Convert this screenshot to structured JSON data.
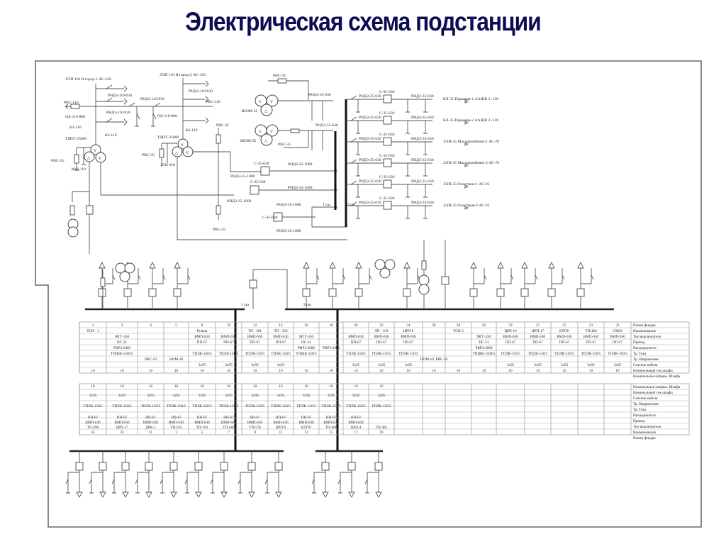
{
  "title": "Электрическая схема подстанции",
  "hv_section": {
    "line_1": "ЛЭП 110 Н.город-1 АС-150",
    "line_2": "ЛЭП 110 Н.город-2 АС-150",
    "labels": {
      "rvs110": "РВС-110",
      "rnd110": "РНДЗ-110/630",
      "od110": "ОД-110-800",
      "kz110": "КЗ-110",
      "tdnt": "ТДНТ-25000",
      "rvs35": "РВС-35",
      "zon110": "ЗОН-110",
      "znom35": "ЗНОМ-35",
      "rnd35_630": "РНДЗ-35-630",
      "rnd35_1000": "РНДЗ-35-1000",
      "c35_630": "С-35-630",
      "bus1": "1 сш",
      "bus2": "2 сш"
    }
  },
  "outgoing_35kv": [
    {
      "name": "КЛ-35 Парковая-1 ААШВ 3 -120"
    },
    {
      "name": "КЛ-35 Парковая-2 ААШВ 3 -120"
    },
    {
      "name": "ЛЭП-35 Маслокомбинат-1 АС-70"
    },
    {
      "name": "ЛЭП-35 Маслокомбинат-2 АС-70"
    },
    {
      "name": "ЛЭП-35 Очистные-1 АС-95"
    },
    {
      "name": "ЛЭП-35 Очистные-2 АС-95"
    }
  ],
  "mv_bus_labels": {
    "bus1": "1 сш",
    "bus2": "2 сш"
  },
  "table_top": {
    "row_labels": [
      "Номер фидера",
      "Наименование",
      "Тип выключателя",
      "Привод",
      "Разъединитель",
      "Тр. Тока",
      "Тр. Напряжения",
      "Сечение кабеля",
      "Номинальный ток шкафа",
      "Номинальное напряж. Шкафа"
    ],
    "columns": [
      {
        "num": "1",
        "name": "ТСН - 1",
        "breaker": "",
        "drive": "",
        "disc": "",
        "ct": "",
        "vt": "",
        "cable": "",
        "v": "10"
      },
      {
        "num": "2",
        "name": "",
        "breaker": "МГГ-350",
        "drive": "ПС-31",
        "disc": "РВРЗ-2000",
        "ct": "ТПШК-1500/5",
        "vt": "",
        "cable": "",
        "v": "10"
      },
      {
        "num": "4",
        "name": "",
        "breaker": "",
        "drive": "",
        "disc": "",
        "ct": "",
        "vt": "РВС-10",
        "cable": "",
        "v": "10"
      },
      {
        "num": "5",
        "name": "",
        "breaker": "",
        "drive": "",
        "disc": "",
        "ct": "",
        "vt": "НОМ-10",
        "cable": "",
        "v": "10"
      },
      {
        "num": "8",
        "name": "Резерв",
        "breaker": "ВМП-630",
        "drive": "ПП-67",
        "disc": "",
        "ct": "ТПЛК-150/5",
        "vt": "",
        "cable": "3х95",
        "v": "10"
      },
      {
        "num": "10",
        "name": "",
        "breaker": "ВМП-630",
        "drive": "ПП-67",
        "disc": "",
        "ct": "ТПЛК-150/5",
        "vt": "",
        "cable": "3х95",
        "v": "10"
      },
      {
        "num": "12",
        "name": "ТП - 261",
        "breaker": "ВМП-630",
        "drive": "ПП-67",
        "disc": "",
        "ct": "ТПЛК-150/5",
        "vt": "",
        "cable": "3х95",
        "v": "10"
      },
      {
        "num": "14",
        "name": "ТП - 350",
        "breaker": "ВМП-630",
        "drive": "ПП-67",
        "disc": "",
        "ct": "ТПЛК-150/5",
        "vt": "",
        "cable": "3х95",
        "v": "10"
      },
      {
        "num": "16",
        "name": "",
        "breaker": "МГГ-350",
        "drive": "ПС-31",
        "disc": "РВРЗ-2000",
        "ct": "ТПШК-150/5",
        "vt": "",
        "cable": "",
        "v": "10"
      },
      {
        "num": "18",
        "name": "",
        "breaker": "",
        "drive": "",
        "disc": "РВРЗ-2000",
        "ct": "",
        "vt": "",
        "cable": "",
        "v": "10"
      },
      {
        "num": "20",
        "name": "",
        "breaker": "ВМП-630",
        "drive": "ПП-67",
        "disc": "",
        "ct": "ТПЛК-150/5",
        "vt": "",
        "cable": "3х95",
        "v": "10"
      },
      {
        "num": "22",
        "name": "ТП - 101",
        "breaker": "ВМП-630",
        "drive": "ПП-67",
        "disc": "",
        "ct": "ТПЛК-150/5",
        "vt": "",
        "cable": "3х95",
        "v": "10"
      },
      {
        "num": "24",
        "name": "ЦРП-8",
        "breaker": "ВМП-630",
        "drive": "ПП-67",
        "disc": "",
        "ct": "ТПЛК-150/5",
        "vt": "",
        "cable": "3х95",
        "v": "10"
      },
      {
        "num": "26",
        "name": "",
        "breaker": "",
        "drive": "",
        "disc": "",
        "ct": "",
        "vt": "НОМ-10, РВС-10",
        "cable": "",
        "v": "10"
      },
      {
        "num": "28",
        "name": "ТСН-2",
        "breaker": "",
        "drive": "",
        "disc": "",
        "ct": "",
        "vt": "",
        "cable": "",
        "v": "10"
      },
      {
        "num": "30",
        "name": "",
        "breaker": "МГГ-350",
        "drive": "ПС-31",
        "disc": "РВРЗ-2000",
        "ct": "ТПШК-1500/5",
        "vt": "",
        "cable": "",
        "v": "10"
      },
      {
        "num": "39",
        "name": "ЦРП-16",
        "breaker": "ВМП-630",
        "drive": "ПП-67",
        "disc": "",
        "ct": "ТПЛК-150/5",
        "vt": "",
        "cable": "3х95",
        "v": "10"
      },
      {
        "num": "37",
        "name": "ЦРП-17",
        "breaker": "ВМП-630",
        "drive": "ПП-67",
        "disc": "",
        "ct": "ТПЛК-150/5",
        "vt": "",
        "cable": "3х95",
        "v": "10"
      },
      {
        "num": "25",
        "name": "КТПУ",
        "breaker": "ВМП-630",
        "drive": "ПП-67",
        "disc": "",
        "ct": "ТПЛК-150/5",
        "vt": "",
        "cable": "3х95",
        "v": "10"
      },
      {
        "num": "23",
        "name": "ТП-404",
        "breaker": "ВМП-630",
        "drive": "ПП-67",
        "disc": "",
        "ct": "ТПЛК-150/5",
        "vt": "",
        "cable": "3х95",
        "v": "10"
      },
      {
        "num": "21",
        "name": "ОЗМЗ",
        "breaker": "ВМП-630",
        "drive": "ПП-67",
        "disc": "",
        "ct": "ТПЛК-100/5",
        "vt": "",
        "cable": "3х95",
        "v": "10"
      }
    ]
  },
  "table_bottom": {
    "row_labels": [
      "Номинальное напряж. Шкафа",
      "Номинальный ток шкафа",
      "Сечение кабеля",
      "Тр. Напряжения",
      "Тр. Тока",
      "Разъединитель",
      "Привод",
      "Тип выключателя",
      "Наименование",
      "Номер фидера"
    ],
    "columns": [
      {
        "v": "10",
        "cable": "3х95",
        "ct": "ТПЛК-150/5",
        "drive": "ПП-67",
        "breaker": "ВМП-630",
        "name": "ТП-290",
        "num": "35"
      },
      {
        "v": "10",
        "cable": "3х95",
        "ct": "ТПЛК-150/5",
        "drive": "ПП-67",
        "breaker": "ВМП-630",
        "name": "ЦРП-17",
        "num": "33"
      },
      {
        "v": "10",
        "cable": "3х95",
        "ct": "ТПЛК-150/5",
        "drive": "ПП-67",
        "breaker": "ВМП-630",
        "name": "ДРК-1",
        "num": "31"
      },
      {
        "v": "10",
        "cable": "3х95",
        "ct": "ТПЛК-150/5",
        "drive": "ПП-67",
        "breaker": "ВМП-630",
        "name": "ТП-335",
        "num": "3"
      },
      {
        "v": "10",
        "cable": "3х95",
        "ct": "ТПЛК-150/5",
        "drive": "ПП-67",
        "breaker": "ВМП-630",
        "name": "ТП-193",
        "num": "5"
      },
      {
        "v": "10",
        "cable": "3х95",
        "ct": "ТПЛК-150/5",
        "drive": "ПП-67",
        "breaker": "ВМП-630",
        "name": "ТП-482",
        "num": "7"
      },
      {
        "v": "10",
        "cable": "3х95",
        "ct": "ТПЛК-150/5",
        "drive": "ПП-67",
        "breaker": "ВМП-630",
        "name": "ТП-578",
        "num": "9"
      },
      {
        "v": "10",
        "cable": "3х95",
        "ct": "ТПЛК-150/5",
        "drive": "ПП-67",
        "breaker": "ВМП-630",
        "name": "ЦРП-9",
        "num": "11"
      },
      {
        "v": "10",
        "cable": "3х95",
        "ct": "ТПЛК-150/5",
        "drive": "ПП-67",
        "breaker": "ВМП-630",
        "name": "КТПУ",
        "num": "13"
      },
      {
        "v": "10",
        "cable": "3х95",
        "ct": "ТПЛК-150/5",
        "drive": "ПП-67",
        "breaker": "ВМП-630",
        "name": "ТП-408",
        "num": "15"
      },
      {
        "v": "10",
        "cable": "3х95",
        "ct": "ТПЛК-150/5",
        "drive": "ПП-67",
        "breaker": "ВМП-630",
        "name": "ЦРП-4",
        "num": "17"
      },
      {
        "v": "10",
        "cable": "3х95",
        "ct": "ТПЛК-150/5",
        "drive": "",
        "breaker": "",
        "name": "ТП-482",
        "num": "19"
      }
    ]
  }
}
